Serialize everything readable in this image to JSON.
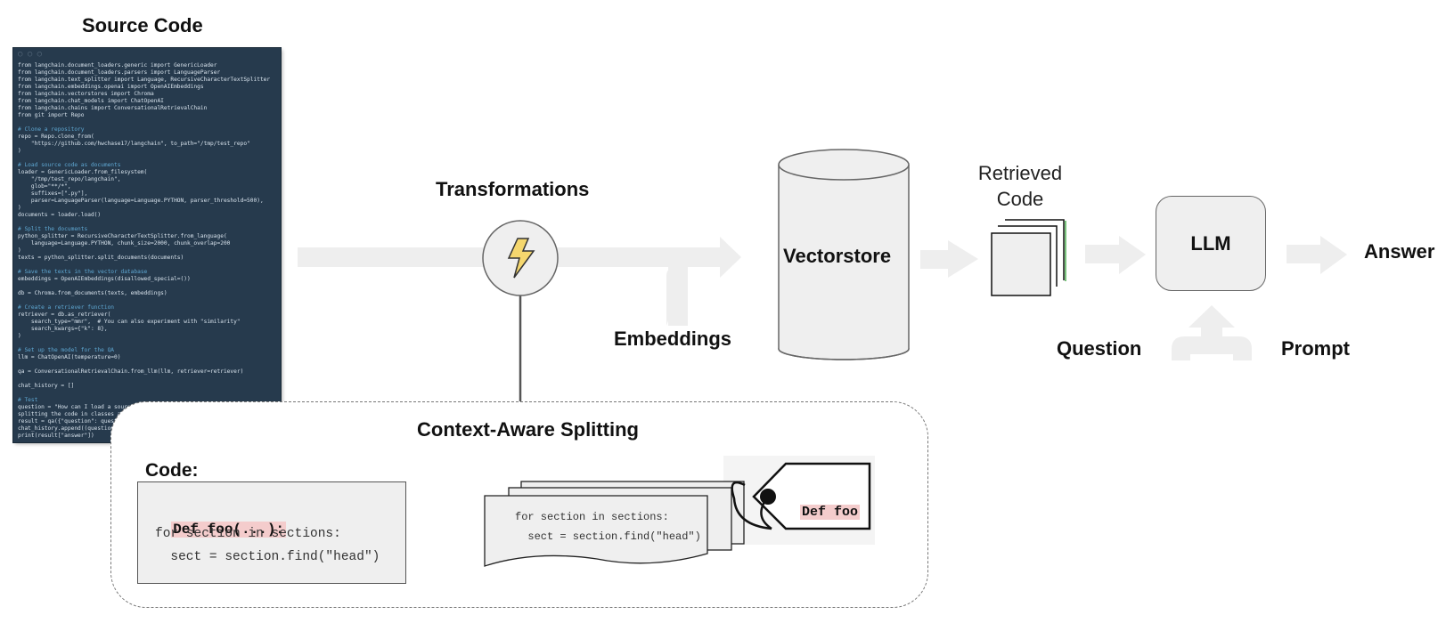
{
  "source_code": {
    "title": "Source Code",
    "window_dots": "○ ○ ○",
    "lines": [
      "from langchain.document_loaders.generic import GenericLoader",
      "from langchain.document_loaders.parsers import LanguageParser",
      "from langchain.text_splitter import Language, RecursiveCharacterTextSplitter",
      "from langchain.embeddings.openai import OpenAIEmbeddings",
      "from langchain.vectorstores import Chroma",
      "from langchain.chat_models import ChatOpenAI",
      "from langchain.chains import ConversationalRetrievalChain",
      "from git import Repo",
      "",
      "# Clone a repository",
      "repo = Repo.clone_from(",
      "    \"https://github.com/hwchase17/langchain\", to_path=\"/tmp/test_repo\"",
      ")",
      "",
      "# Load source code as documents",
      "loader = GenericLoader.from_filesystem(",
      "    \"/tmp/test_repo/langchain\",",
      "    glob=\"**/*\",",
      "    suffixes=[\".py\"],",
      "    parser=LanguageParser(language=Language.PYTHON, parser_threshold=500),",
      ")",
      "documents = loader.load()",
      "",
      "# Split the documents",
      "python_splitter = RecursiveCharacterTextSplitter.from_language(",
      "    language=Language.PYTHON, chunk_size=2000, chunk_overlap=200",
      ")",
      "texts = python_splitter.split_documents(documents)",
      "",
      "# Save the texts in the vector database",
      "embeddings = OpenAIEmbeddings(disallowed_special=())",
      "",
      "db = Chroma.from_documents(texts, embeddings)",
      "",
      "# Create a retriever function",
      "retriever = db.as_retriever(",
      "    search_type=\"mmr\",  # You can also experiment with \"similarity\"",
      "    search_kwargs={\"k\": 8},",
      ")",
      "",
      "# Set up the model for the QA",
      "llm = ChatOpenAI(temperature=0)",
      "",
      "qa = ConversationalRetrievalChain.from_llm(llm, retriever=retriever)",
      "",
      "chat_history = []",
      "",
      "# Test",
      "question = \"How can I load a source code as documents, for a QA over code,",
      "splitting the code in classes and functions?\"",
      "result = qa({\"question\": question, \"chat_history\": chat_history})",
      "chat_history.append((question, result[\"answer\"]))",
      "print(result[\"answer\"])"
    ]
  },
  "labels": {
    "transformations": "Transformations",
    "embeddings": "Embeddings",
    "vectorstore": "Vectorstore",
    "retrieved_code_line1": "Retrieved",
    "retrieved_code_line2": "Code",
    "llm": "LLM",
    "answer": "Answer",
    "question": "Question",
    "prompt": "Prompt"
  },
  "splitting": {
    "title": "Context-Aware Splitting",
    "code_label": "Code:",
    "code_def": "Def foo(...):",
    "code_line1": "for section in sections:",
    "code_line2": "  sect = section.find(\"head\")",
    "chunk_line1": "for section in sections:",
    "chunk_line2": "  sect = section.find(\"head\")",
    "tag_text": "Def foo"
  },
  "colors": {
    "code_bg": "#263a4d",
    "highlight": "#f4cccc",
    "arrow": "#eeeeee",
    "accent_green": "#4caf50"
  }
}
